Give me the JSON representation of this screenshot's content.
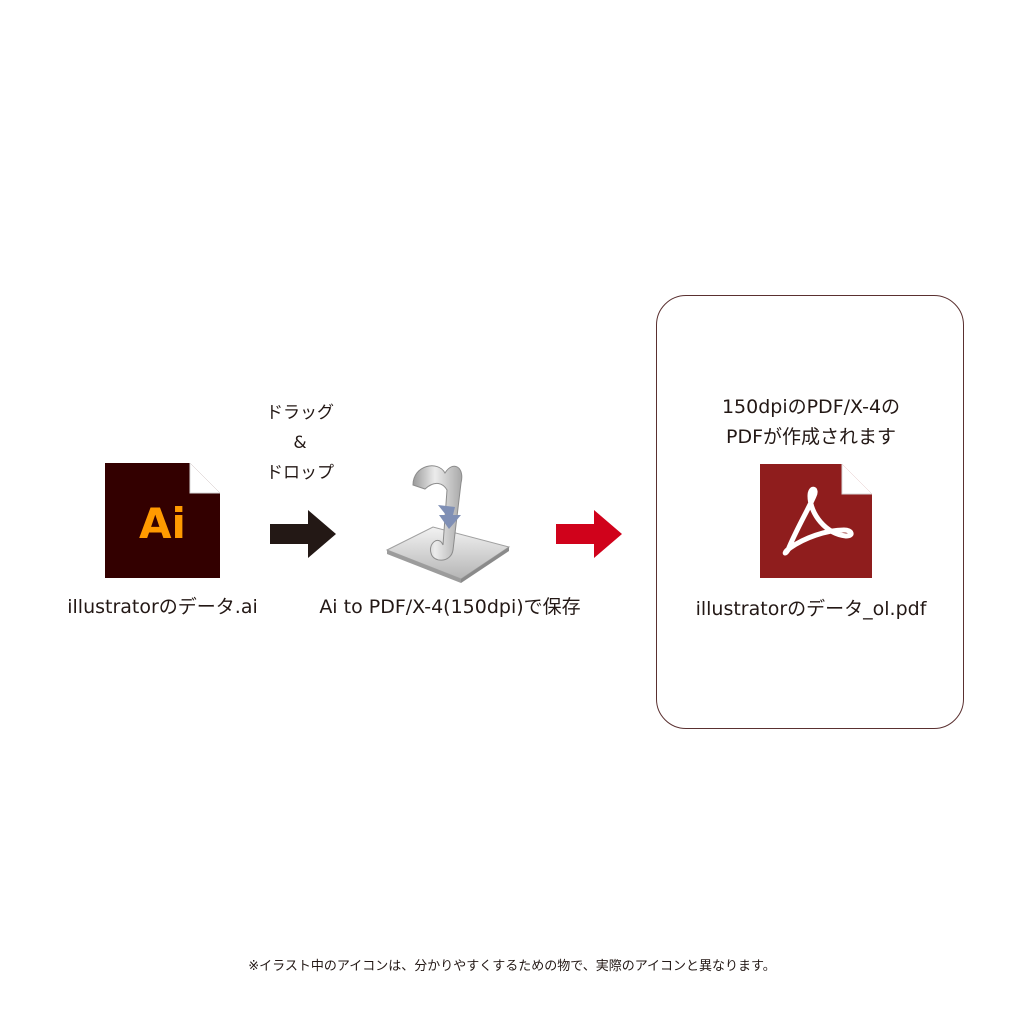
{
  "source": {
    "icon_text": "Ai",
    "filename": "illustratorのデータ.ai",
    "icon_color": "#330000",
    "icon_text_color": "#ff9a00"
  },
  "drag": {
    "line1": "ドラッグ",
    "line2": "&",
    "line3": "ドロップ",
    "arrow_color": "#231815"
  },
  "droplet": {
    "icon": "automator-droplet-icon",
    "label": "Ai to PDF/X-4(150dpi)で保存"
  },
  "result_arrow_color": "#d0021b",
  "result": {
    "line1": "150dpiのPDF/X-4の",
    "line2": "PDFが作成されます",
    "icon": "acrobat-pdf-icon",
    "icon_color": "#8f1d1d",
    "filename": "illustratorのデータ_ol.pdf"
  },
  "footnote": "※イラスト中のアイコンは、分かりやすくするための物で、実際のアイコンと異なります。"
}
